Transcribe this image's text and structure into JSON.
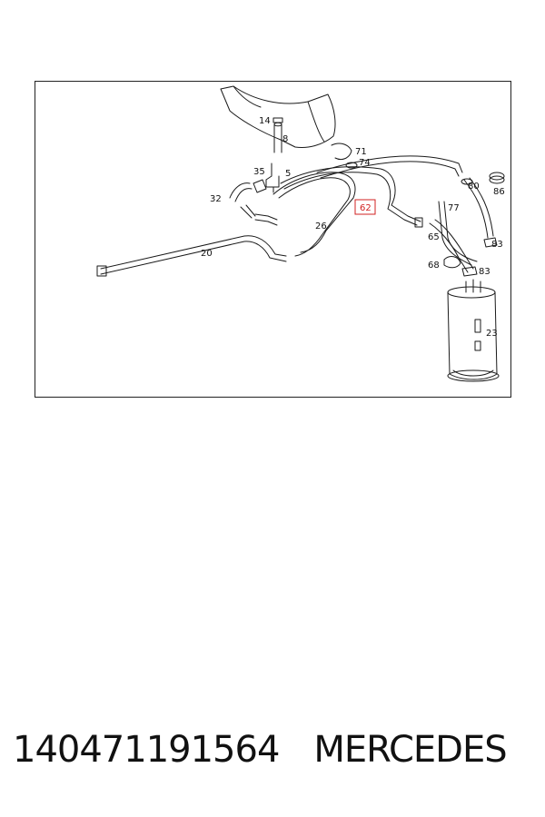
{
  "diagram": {
    "callouts": {
      "c14": "14",
      "c8": "8",
      "c71": "71",
      "c74": "74",
      "c35": "35",
      "c5": "5",
      "c32": "32",
      "c62": "62",
      "c80": "80",
      "c86": "86",
      "c77": "77",
      "c26": "26",
      "c65": "65",
      "c83a": "83",
      "c20": "20",
      "c68": "68",
      "c83b": "83",
      "c23": "23"
    },
    "highlighted_callout": "62",
    "colors": {
      "line": "#1a1a1a",
      "highlight": "#d22222"
    }
  },
  "caption": {
    "part_number": "140471191564",
    "brand": "MERCEDES"
  }
}
